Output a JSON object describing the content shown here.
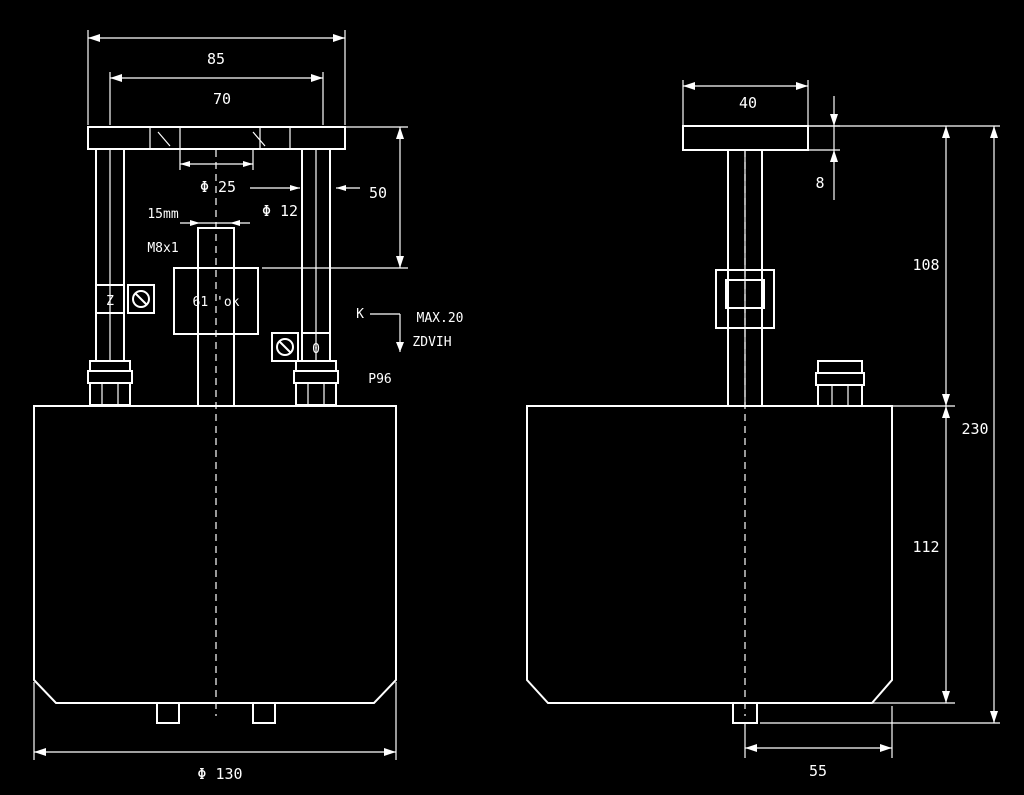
{
  "front_view": {
    "dims": {
      "width_85": "85",
      "width_70": "70",
      "dia_25": "Φ 25",
      "dia_12": "Φ 12",
      "height_50": "50",
      "thread": "M8x1",
      "depth": "15mm",
      "body_dia": "Φ 130"
    },
    "labels": {
      "lamp_block": "61 'ok",
      "scale_left": "Z",
      "scale_right": "0",
      "k": "K",
      "max": "MAX.20",
      "hub": "ZDVIH",
      "pdg": "P96"
    }
  },
  "side_view": {
    "dims": {
      "top_40": "40",
      "thick_8": "8",
      "height_108": "108",
      "height_112": "112",
      "total_230": "230",
      "width_55": "55"
    }
  }
}
